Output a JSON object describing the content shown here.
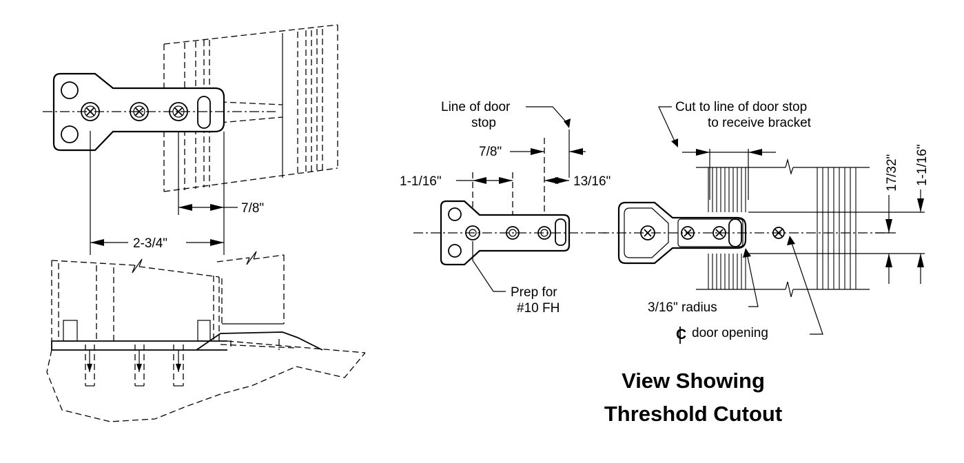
{
  "left_view": {
    "dim_top": "7/8\"",
    "dim_bottom": "2-3/4\""
  },
  "right_view": {
    "line_of_door_stop": [
      "Line of door",
      "stop"
    ],
    "dim_7_8": "7/8\"",
    "dim_1_1_16": "1-1/16\"",
    "dim_13_16": "13/16\"",
    "prep": [
      "Prep for",
      "#10 FH"
    ],
    "cut_note": [
      "Cut to line of door stop",
      "to receive bracket"
    ],
    "dim_17_32": "17/32\"",
    "dim_1_1_16_vertical": "1-1/16\"",
    "radius": "3/16\"  radius",
    "centerline_symbol": "C",
    "centerline_label": "door opening"
  },
  "title": [
    "View Showing",
    "Threshold Cutout"
  ]
}
